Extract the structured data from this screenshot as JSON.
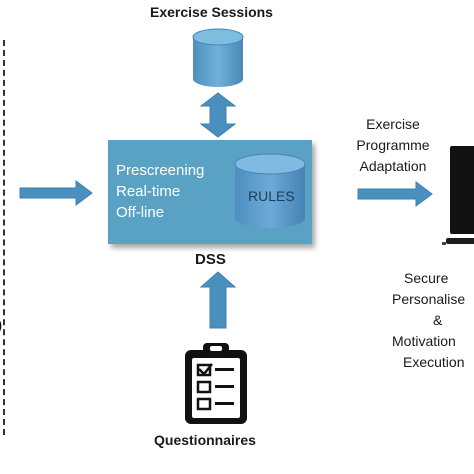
{
  "diagram": {
    "top_label": "Exercise Sessions",
    "dss_lines": [
      "Prescreening",
      "Real-time",
      "Off-line"
    ],
    "rules_label": "RULES",
    "dss_label": "DSS",
    "bottom_label": "Questionnaires",
    "adaptation_lines": [
      "Exercise",
      "Programme",
      "Adaptation"
    ],
    "secure_lines": [
      "Secure",
      "Personalise",
      "&",
      "Motivation",
      "Execution"
    ],
    "edge_char": ")"
  },
  "colors": {
    "box": "#5aa2c4",
    "cylinder": "#5b9fc9",
    "arrow": "#4a90bf"
  }
}
